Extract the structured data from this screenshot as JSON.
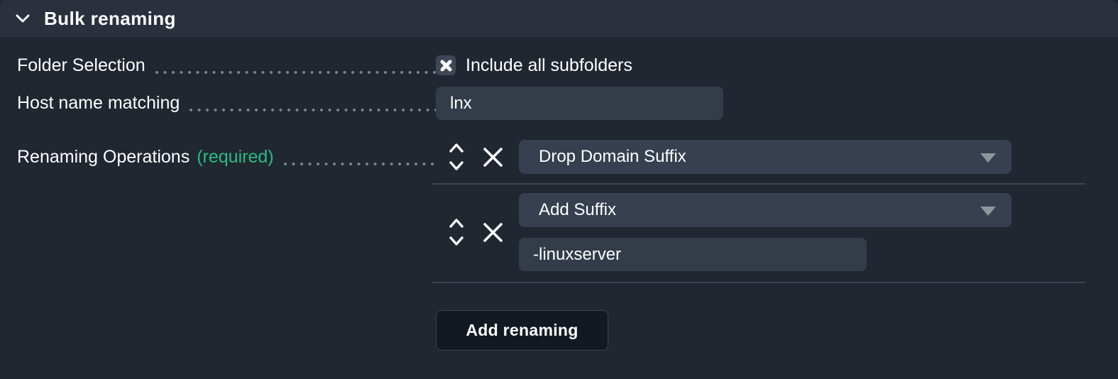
{
  "panel": {
    "title": "Bulk renaming"
  },
  "form": {
    "folder_selection": {
      "label": "Folder Selection",
      "checkbox_label": "Include all subfolders",
      "checked": true
    },
    "host_name_matching": {
      "label": "Host name matching",
      "value": "lnx"
    },
    "renaming_operations": {
      "label": "Renaming Operations",
      "required_hint": "(required)",
      "operations": [
        {
          "selected": "Drop Domain Suffix"
        },
        {
          "selected": "Add Suffix",
          "suffix_value": "-linuxserver"
        }
      ]
    },
    "add_button_label": "Add renaming"
  },
  "icons": {
    "collapse_icon": "chevron-down",
    "checkbox_checked_icon": "cross",
    "reorder_icon": "chevron-up-down",
    "delete_icon": "cross",
    "dropdown_icon": "triangle-down"
  },
  "colors": {
    "header_bg": "#2a313c",
    "body_bg": "#212731",
    "field_bg": "#364050",
    "input_bg": "#333d49",
    "checkbox_bg": "#3e4755",
    "required_green": "#25bd83",
    "divider": "#3a4450",
    "dots": "#79828e",
    "button_bg": "#131922",
    "button_border": "#3a434f",
    "dropdown_arrow": "#8e959e",
    "text": "#ffffff"
  }
}
